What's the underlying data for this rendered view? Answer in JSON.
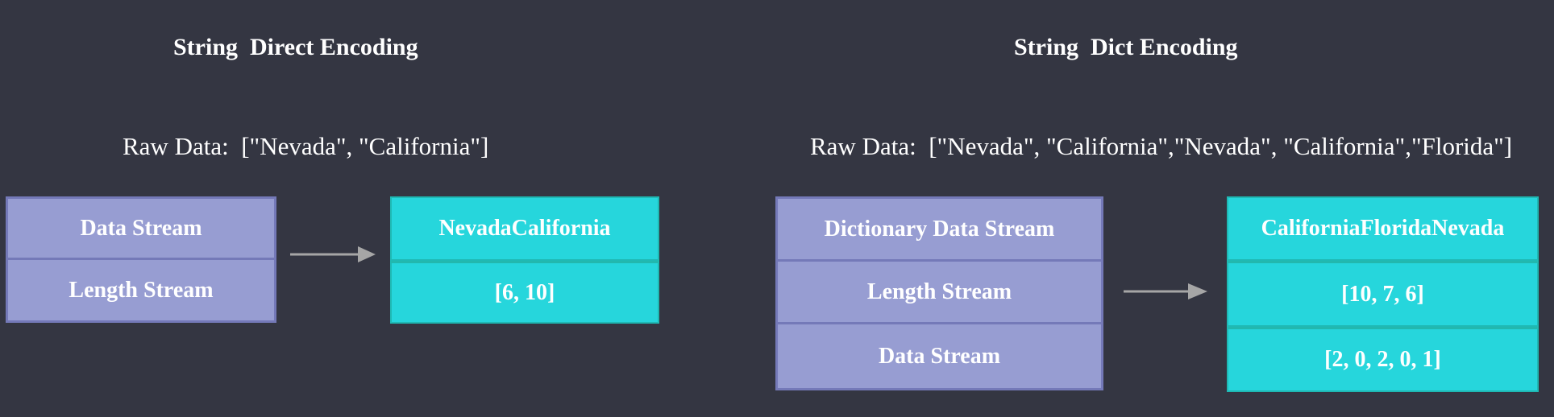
{
  "direct": {
    "title": "String  Direct Encoding",
    "raw_data": "Raw Data:  [\"Nevada\", \"California\"]",
    "streams": [
      "Data Stream",
      "Length Stream"
    ],
    "values": [
      "NevadaCalifornia",
      "[6, 10]"
    ]
  },
  "dict": {
    "title": "String  Dict Encoding",
    "raw_data": "Raw Data:  [\"Nevada\", \"California\",\"Nevada\", \"California\",\"Florida\"]",
    "streams": [
      "Dictionary Data Stream",
      "Length Stream",
      "Data Stream"
    ],
    "values": [
      "CaliforniaFloridaNevada",
      "[10, 7, 6]",
      "[2, 0, 2, 0, 1]"
    ]
  },
  "colors": {
    "background": "#343642",
    "stream_box": "#979dd2",
    "stream_border": "#7479b8",
    "value_box": "#26d6dc",
    "value_border": "#1fb9b4",
    "arrow": "#a6a6a6"
  }
}
